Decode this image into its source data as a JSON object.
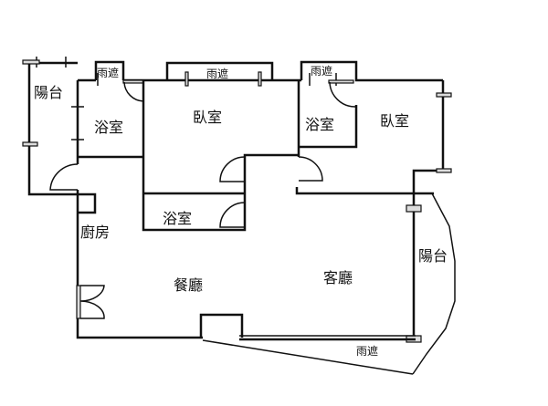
{
  "floorplan": {
    "rooms": {
      "balcony_left": "陽台",
      "bath_left": "浴室",
      "bedroom_main": "臥室",
      "bath_right": "浴室",
      "bedroom_right": "臥室",
      "bath_center": "浴室",
      "kitchen": "廚房",
      "dining": "餐廳",
      "living": "客廳",
      "balcony_right": "陽台"
    },
    "rain_shades": [
      "雨遮",
      "雨遮",
      "雨遮",
      "雨遮"
    ],
    "colors": {
      "wall": "#111111",
      "background": "#ffffff"
    }
  }
}
